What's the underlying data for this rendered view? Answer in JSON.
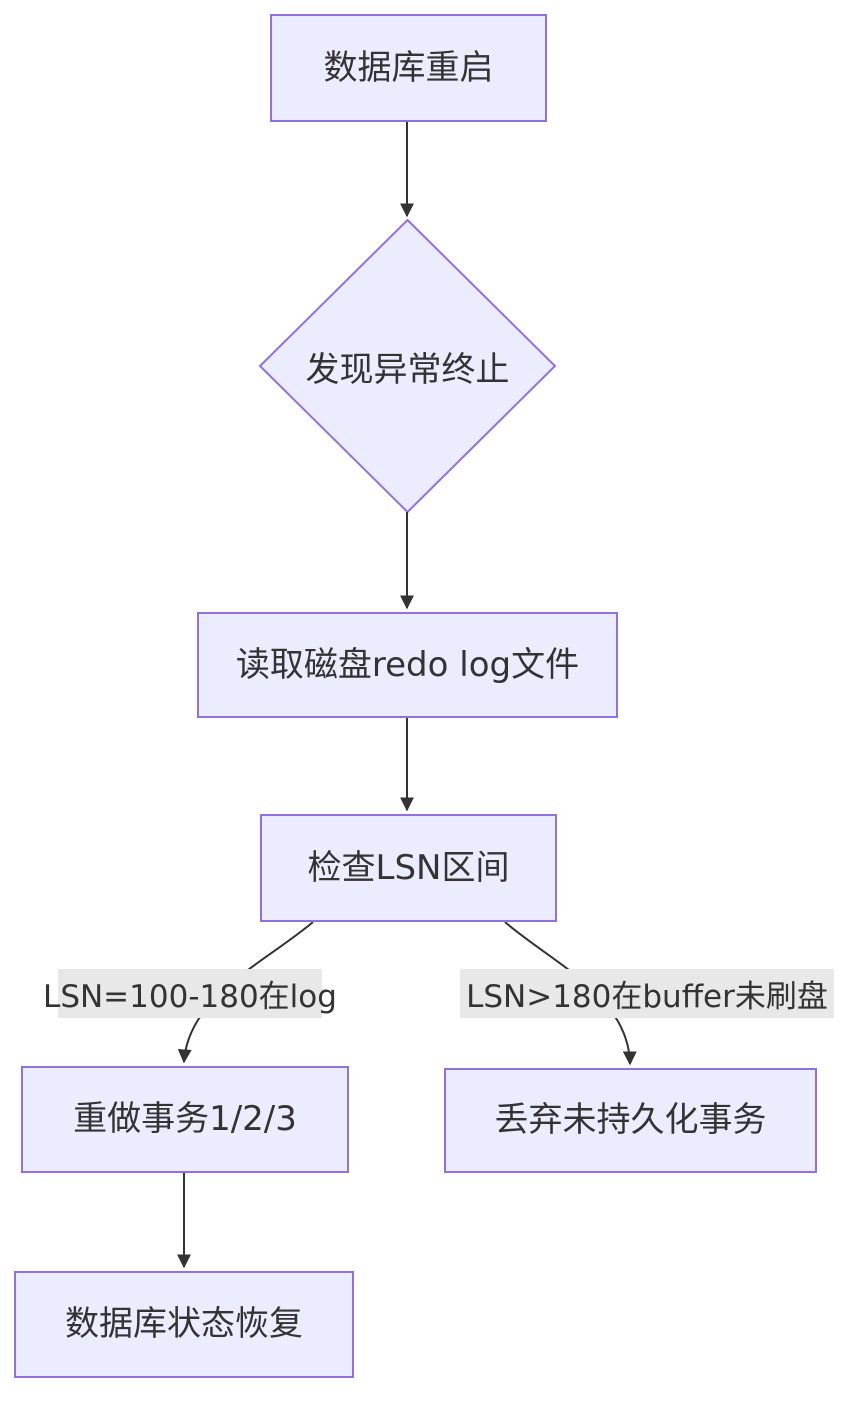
{
  "diagram": {
    "type": "flowchart",
    "direction": "top-down",
    "colors": {
      "node_fill": "#ECECFF",
      "node_border": "#9370DB",
      "edge_color": "#333333",
      "text_color": "#333333",
      "edge_label_bg": "#e8e8e8",
      "background": "#ffffff"
    },
    "nodes": [
      {
        "id": "A",
        "shape": "rect",
        "label": "数据库重启"
      },
      {
        "id": "B",
        "shape": "diamond",
        "label": "发现异常终止"
      },
      {
        "id": "C",
        "shape": "rect",
        "label": "读取磁盘redo log文件"
      },
      {
        "id": "D",
        "shape": "rect",
        "label": "检查LSN区间"
      },
      {
        "id": "E",
        "shape": "rect",
        "label": "重做事务1/2/3"
      },
      {
        "id": "F",
        "shape": "rect",
        "label": "丢弃未持久化事务"
      },
      {
        "id": "G",
        "shape": "rect",
        "label": "数据库状态恢复"
      }
    ],
    "edges": [
      {
        "from": "A",
        "to": "B",
        "label": ""
      },
      {
        "from": "B",
        "to": "C",
        "label": ""
      },
      {
        "from": "C",
        "to": "D",
        "label": ""
      },
      {
        "from": "D",
        "to": "E",
        "label": "LSN=100-180在log"
      },
      {
        "from": "D",
        "to": "F",
        "label": "LSN>180在buffer未刷盘"
      },
      {
        "from": "E",
        "to": "G",
        "label": ""
      }
    ]
  }
}
